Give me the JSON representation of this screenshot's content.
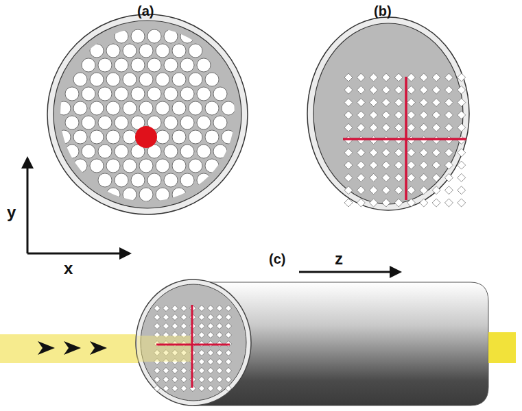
{
  "diagram": {
    "labels": [
      "(a)",
      "(b)",
      "(c)",
      "y",
      "x",
      "z"
    ]
  }
}
